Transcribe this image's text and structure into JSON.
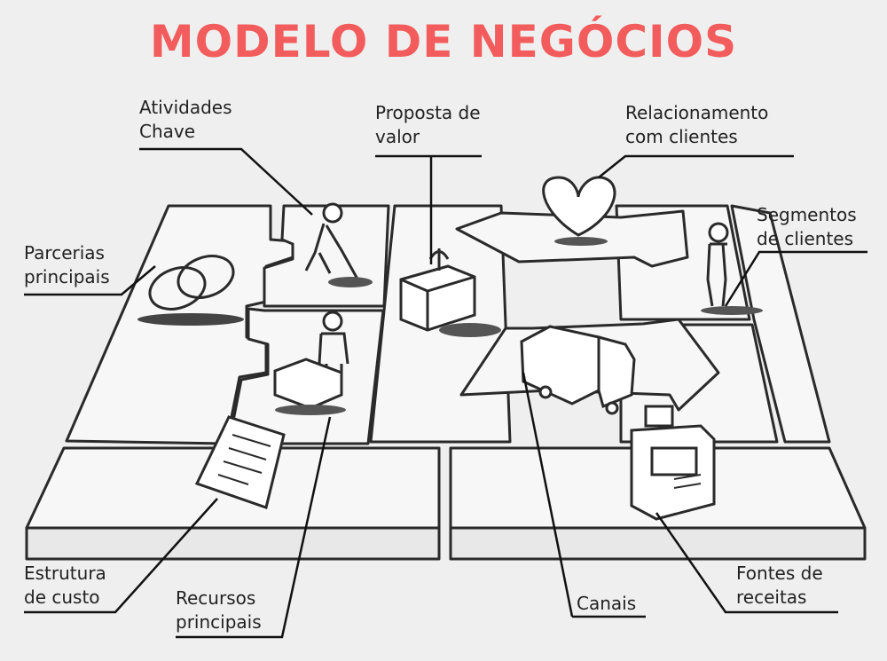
{
  "title": "MODELO DE NEGÓCIOS",
  "labels": {
    "atividades_chave": [
      "Atividades",
      "Chave"
    ],
    "proposta_valor": [
      "Proposta de",
      "valor"
    ],
    "relacionamento": [
      "Relacionamento",
      "com clientes"
    ],
    "segmentos": [
      "Segmentos",
      "de clientes"
    ],
    "parcerias": [
      "Parcerias",
      "principais"
    ],
    "estrutura_custo": [
      "Estrutura",
      "de custo"
    ],
    "recursos": [
      "Recursos",
      "principais"
    ],
    "canais": [
      "Canais"
    ],
    "fontes_receitas": [
      "Fontes de",
      "receitas"
    ]
  },
  "colors": {
    "title": "#f25c5c",
    "ink": "#2a2a2a",
    "background": "#efefef",
    "board": "#f7f7f7"
  },
  "icons": [
    "rings-icon",
    "digging-person-icon",
    "gift-box-icon",
    "heart-icon",
    "standing-person-icon",
    "person-with-machine-icon",
    "truck-icon",
    "document-icon",
    "cash-register-icon"
  ]
}
